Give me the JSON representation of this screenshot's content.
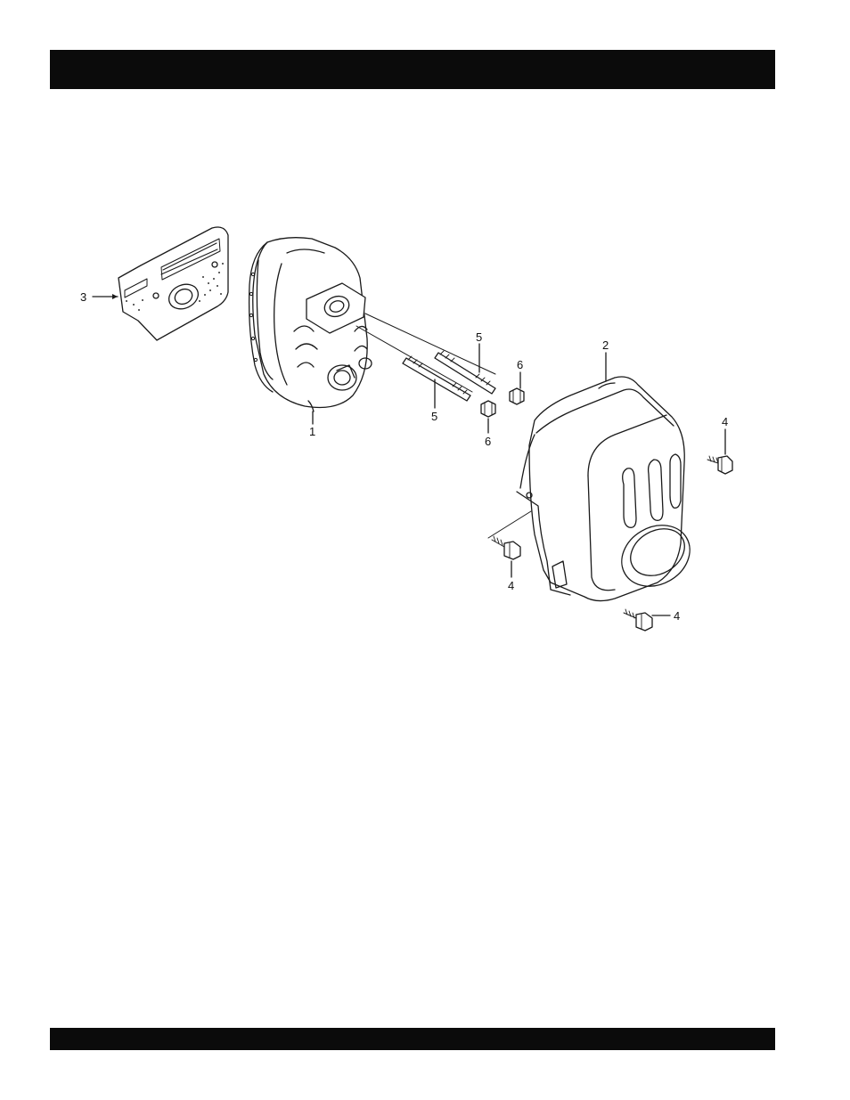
{
  "diagram": {
    "callouts": [
      {
        "id": "c3",
        "text": "3"
      },
      {
        "id": "c1",
        "text": "1"
      },
      {
        "id": "c5a",
        "text": "5"
      },
      {
        "id": "c5b",
        "text": "5"
      },
      {
        "id": "c6a",
        "text": "6"
      },
      {
        "id": "c6b",
        "text": "6"
      },
      {
        "id": "c2",
        "text": "2"
      },
      {
        "id": "c4a",
        "text": "4"
      },
      {
        "id": "c4b",
        "text": "4"
      },
      {
        "id": "c4c",
        "text": "4"
      }
    ]
  }
}
